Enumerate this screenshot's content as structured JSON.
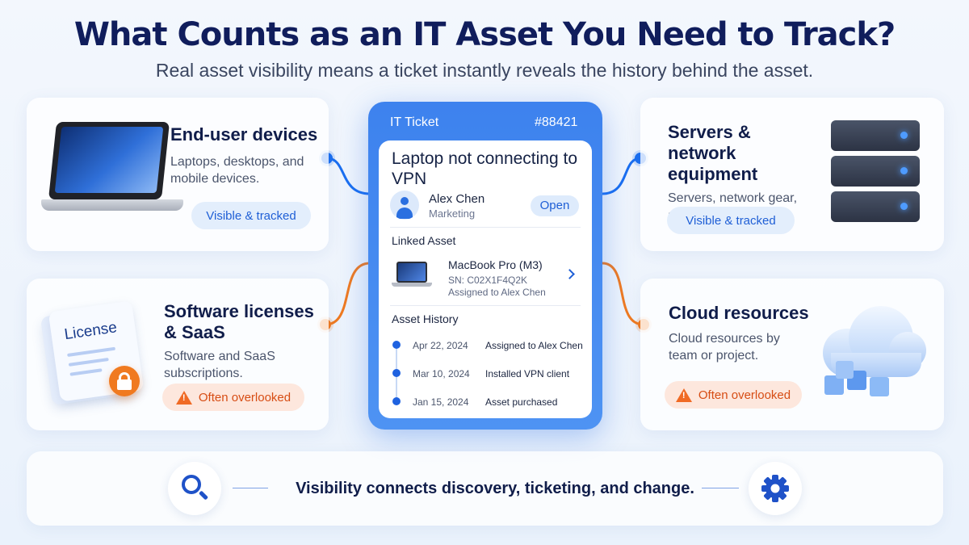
{
  "header": {
    "title": "What Counts as an IT Asset You Need to Track?",
    "subtitle": "Real asset visibility means a ticket instantly reveals the history behind the asset."
  },
  "cards": {
    "end_user": {
      "title": "End-user devices",
      "desc": "Laptops, desktops, and mobile devices.",
      "badge": "Visible & tracked"
    },
    "servers": {
      "title_line1": "Servers &",
      "title_line2": "network equipment",
      "desc": "Servers, network gear, and infrastructure.",
      "badge": "Visible & tracked"
    },
    "software": {
      "title_line1": "Software licenses",
      "title_line2": "& SaaS",
      "desc": "Software and SaaS subscriptions.",
      "badge": "Often overlooked",
      "illustration_text": "License"
    },
    "cloud": {
      "title": "Cloud resources",
      "desc": "Cloud resources by team or project.",
      "badge": "Often overlooked"
    }
  },
  "ticket": {
    "label": "IT Ticket",
    "number": "#88421",
    "title": "Laptop not connecting to VPN",
    "user_name": "Alex Chen",
    "user_dept": "Marketing",
    "status": "Open",
    "linked_asset_label": "Linked Asset",
    "asset_name": "MacBook Pro (M3)",
    "asset_sn": "SN: C02X1F4Q2K",
    "asset_assigned": "Assigned to Alex Chen",
    "history_label": "Asset History",
    "history": [
      {
        "date": "Apr 22, 2024",
        "event": "Assigned to Alex Chen"
      },
      {
        "date": "Mar 10, 2024",
        "event": "Installed VPN client"
      },
      {
        "date": "Jan 15, 2024",
        "event": "Asset purchased"
      }
    ]
  },
  "footer": {
    "text": "Visibility connects discovery, ticketing, and change.",
    "left_icon": "search-icon",
    "right_icon": "gear-icon"
  },
  "colors": {
    "accent_blue": "#1b6ff0",
    "accent_orange": "#f07a20",
    "title_navy": "#101d5c"
  }
}
